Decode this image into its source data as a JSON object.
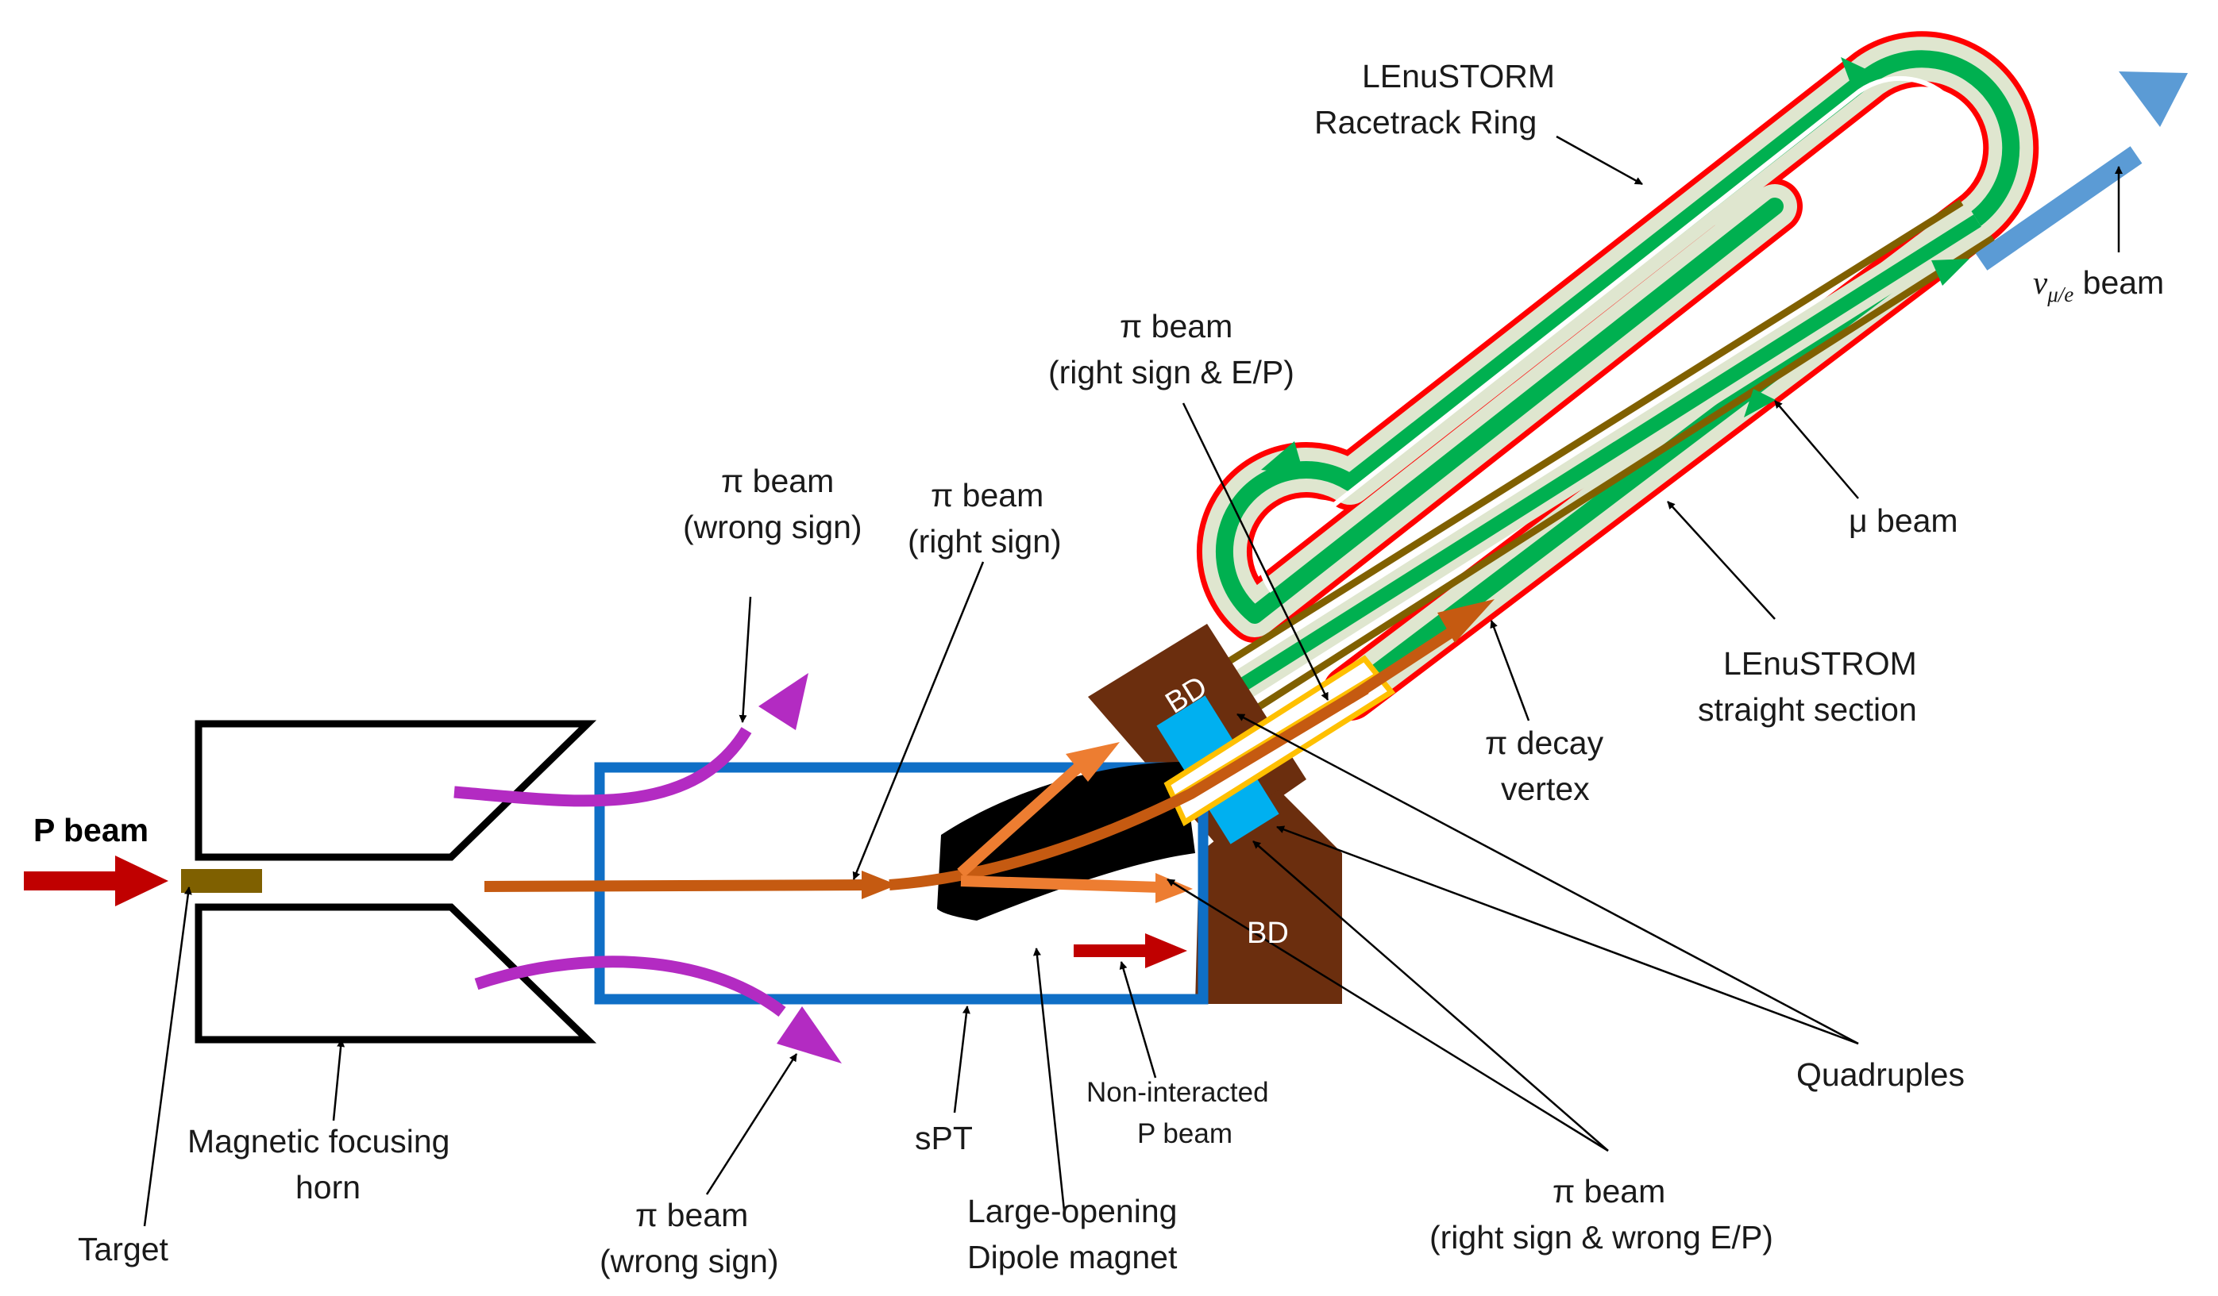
{
  "diagram": {
    "colors": {
      "p_beam": "#c00000",
      "pion_beam": "#c55a11",
      "pion_right_branch": "#ed7d31",
      "pion_wrong_sign": "#b32bc2",
      "target": "#7f6000",
      "spt_box": "#0f6fc6",
      "beam_dump": "#6b2e0e",
      "quadrupole": "#00b0f0",
      "ring_outer": "#ff0000",
      "ring_inner": "#00b050",
      "ring_fill": "#dfe6cf",
      "straight_section": "#806000",
      "neutrino_beam": "#5b9bd5",
      "highlight": "#ffc000"
    },
    "labels": {
      "p_beam": "P beam",
      "target": "Target",
      "horn_line1": "Magnetic focusing",
      "horn_line2": "horn",
      "pi_wrong_top_line1": "π beam",
      "pi_wrong_top_line2": "(wrong sign)",
      "pi_right_line1": "π beam",
      "pi_right_line2": "(right sign)",
      "pi_wrong_bottom_line1": "π beam",
      "pi_wrong_bottom_line2": "(wrong sign)",
      "spt": "sPT",
      "dipole_line1": "Large-opening",
      "dipole_line2": "Dipole magnet",
      "non_interacted_line1": "Non-interacted",
      "non_interacted_line2": "P beam",
      "pi_right_ep_line1": "π beam",
      "pi_right_ep_line2": "(right sign & E/P)",
      "pi_right_wrong_ep_line1": "π beam",
      "pi_right_wrong_ep_line2": "(right sign & wrong E/P)",
      "quadruples": "Quadruples",
      "pi_decay_line1": "π decay",
      "pi_decay_line2": "vertex",
      "straight_line1": "LEnuSTROM",
      "straight_line2": "straight section",
      "mu_beam": "μ beam",
      "ring_line1": "LEnuSTORM",
      "ring_line2": "Racetrack Ring",
      "nu_symbol": "ν",
      "nu_subscript": "μ/e",
      "nu_beam_suffix": " beam",
      "bd_upper": "BD",
      "bd_lower": "BD"
    }
  }
}
